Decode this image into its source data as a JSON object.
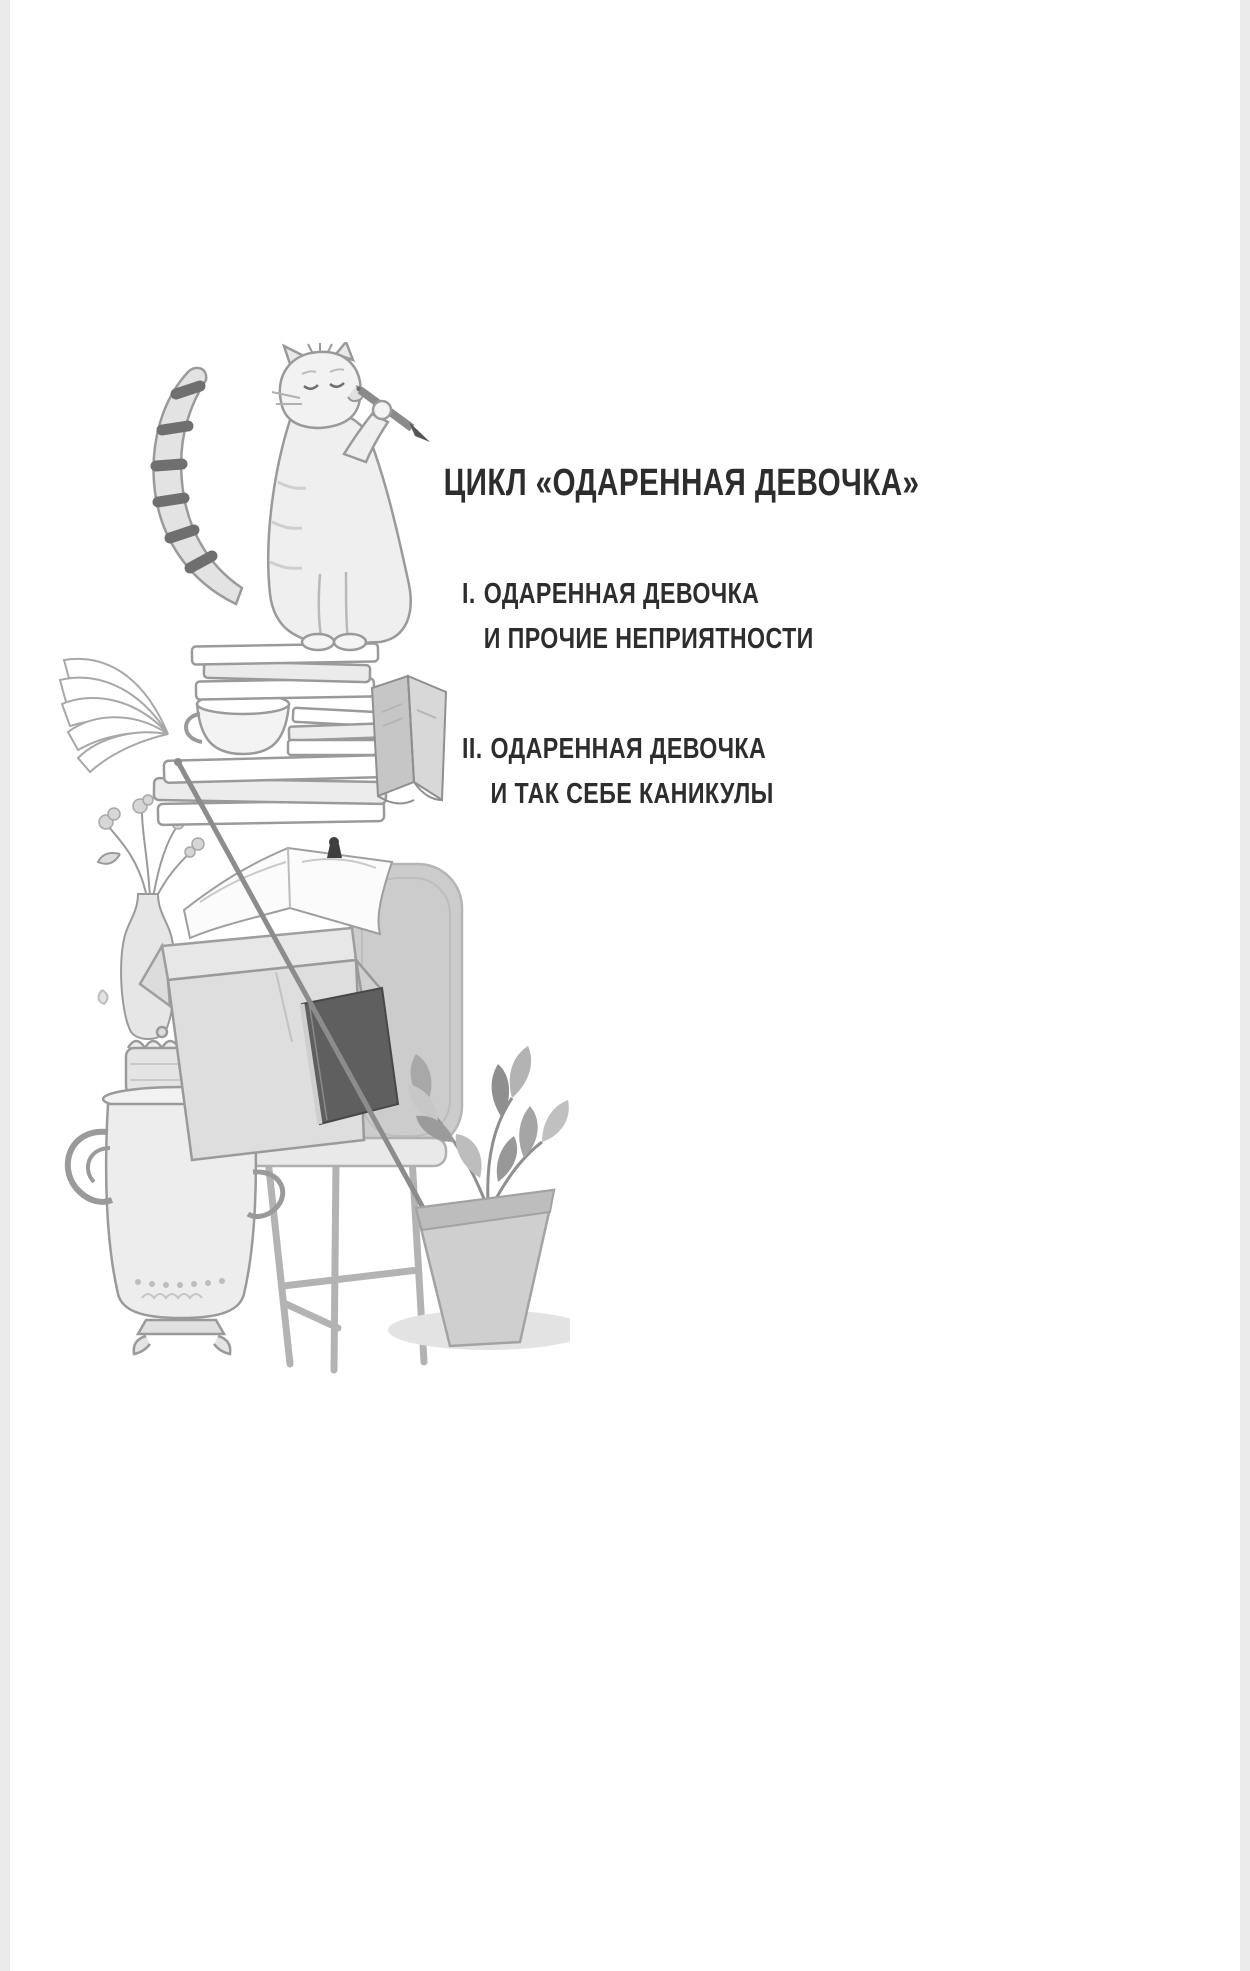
{
  "page": {
    "title": "ЦИКЛ «ОДАРЕННАЯ ДЕВОЧКА»"
  },
  "series_list": {
    "items": [
      {
        "numeral": "I.",
        "line1": "ОДАРЕННАЯ ДЕВОЧКА",
        "line2": "И ПРОЧИЕ НЕПРИЯТНОСТИ"
      },
      {
        "numeral": "II.",
        "line1": "ОДАРЕННАЯ ДЕВОЧКА",
        "line2": "И ТАК СЕБЕ КАНИКУЛЫ"
      }
    ]
  },
  "illustration": {
    "description": "grayscale line-art of a cat writing with a pencil while sitting on a tall stack of books, a teacup among the books, papers and a notebook on a cardboard box standing on a stool, a vase with flowers, a samovar, a potted plant and a long pointer stick",
    "elements": [
      "cat",
      "pencil",
      "striped-tail",
      "book-stack",
      "teacup",
      "open-book",
      "fanned-open-book",
      "paper-sheets",
      "cardboard-box",
      "notebook",
      "stool",
      "chair-back",
      "vase-with-flowers",
      "samovar",
      "potted-plant",
      "pointer-stick"
    ]
  },
  "colors": {
    "background": "#ffffff",
    "page_edge": "#ebebeb",
    "text": "#2d2d2d",
    "line_art": "#9a9a9a"
  }
}
